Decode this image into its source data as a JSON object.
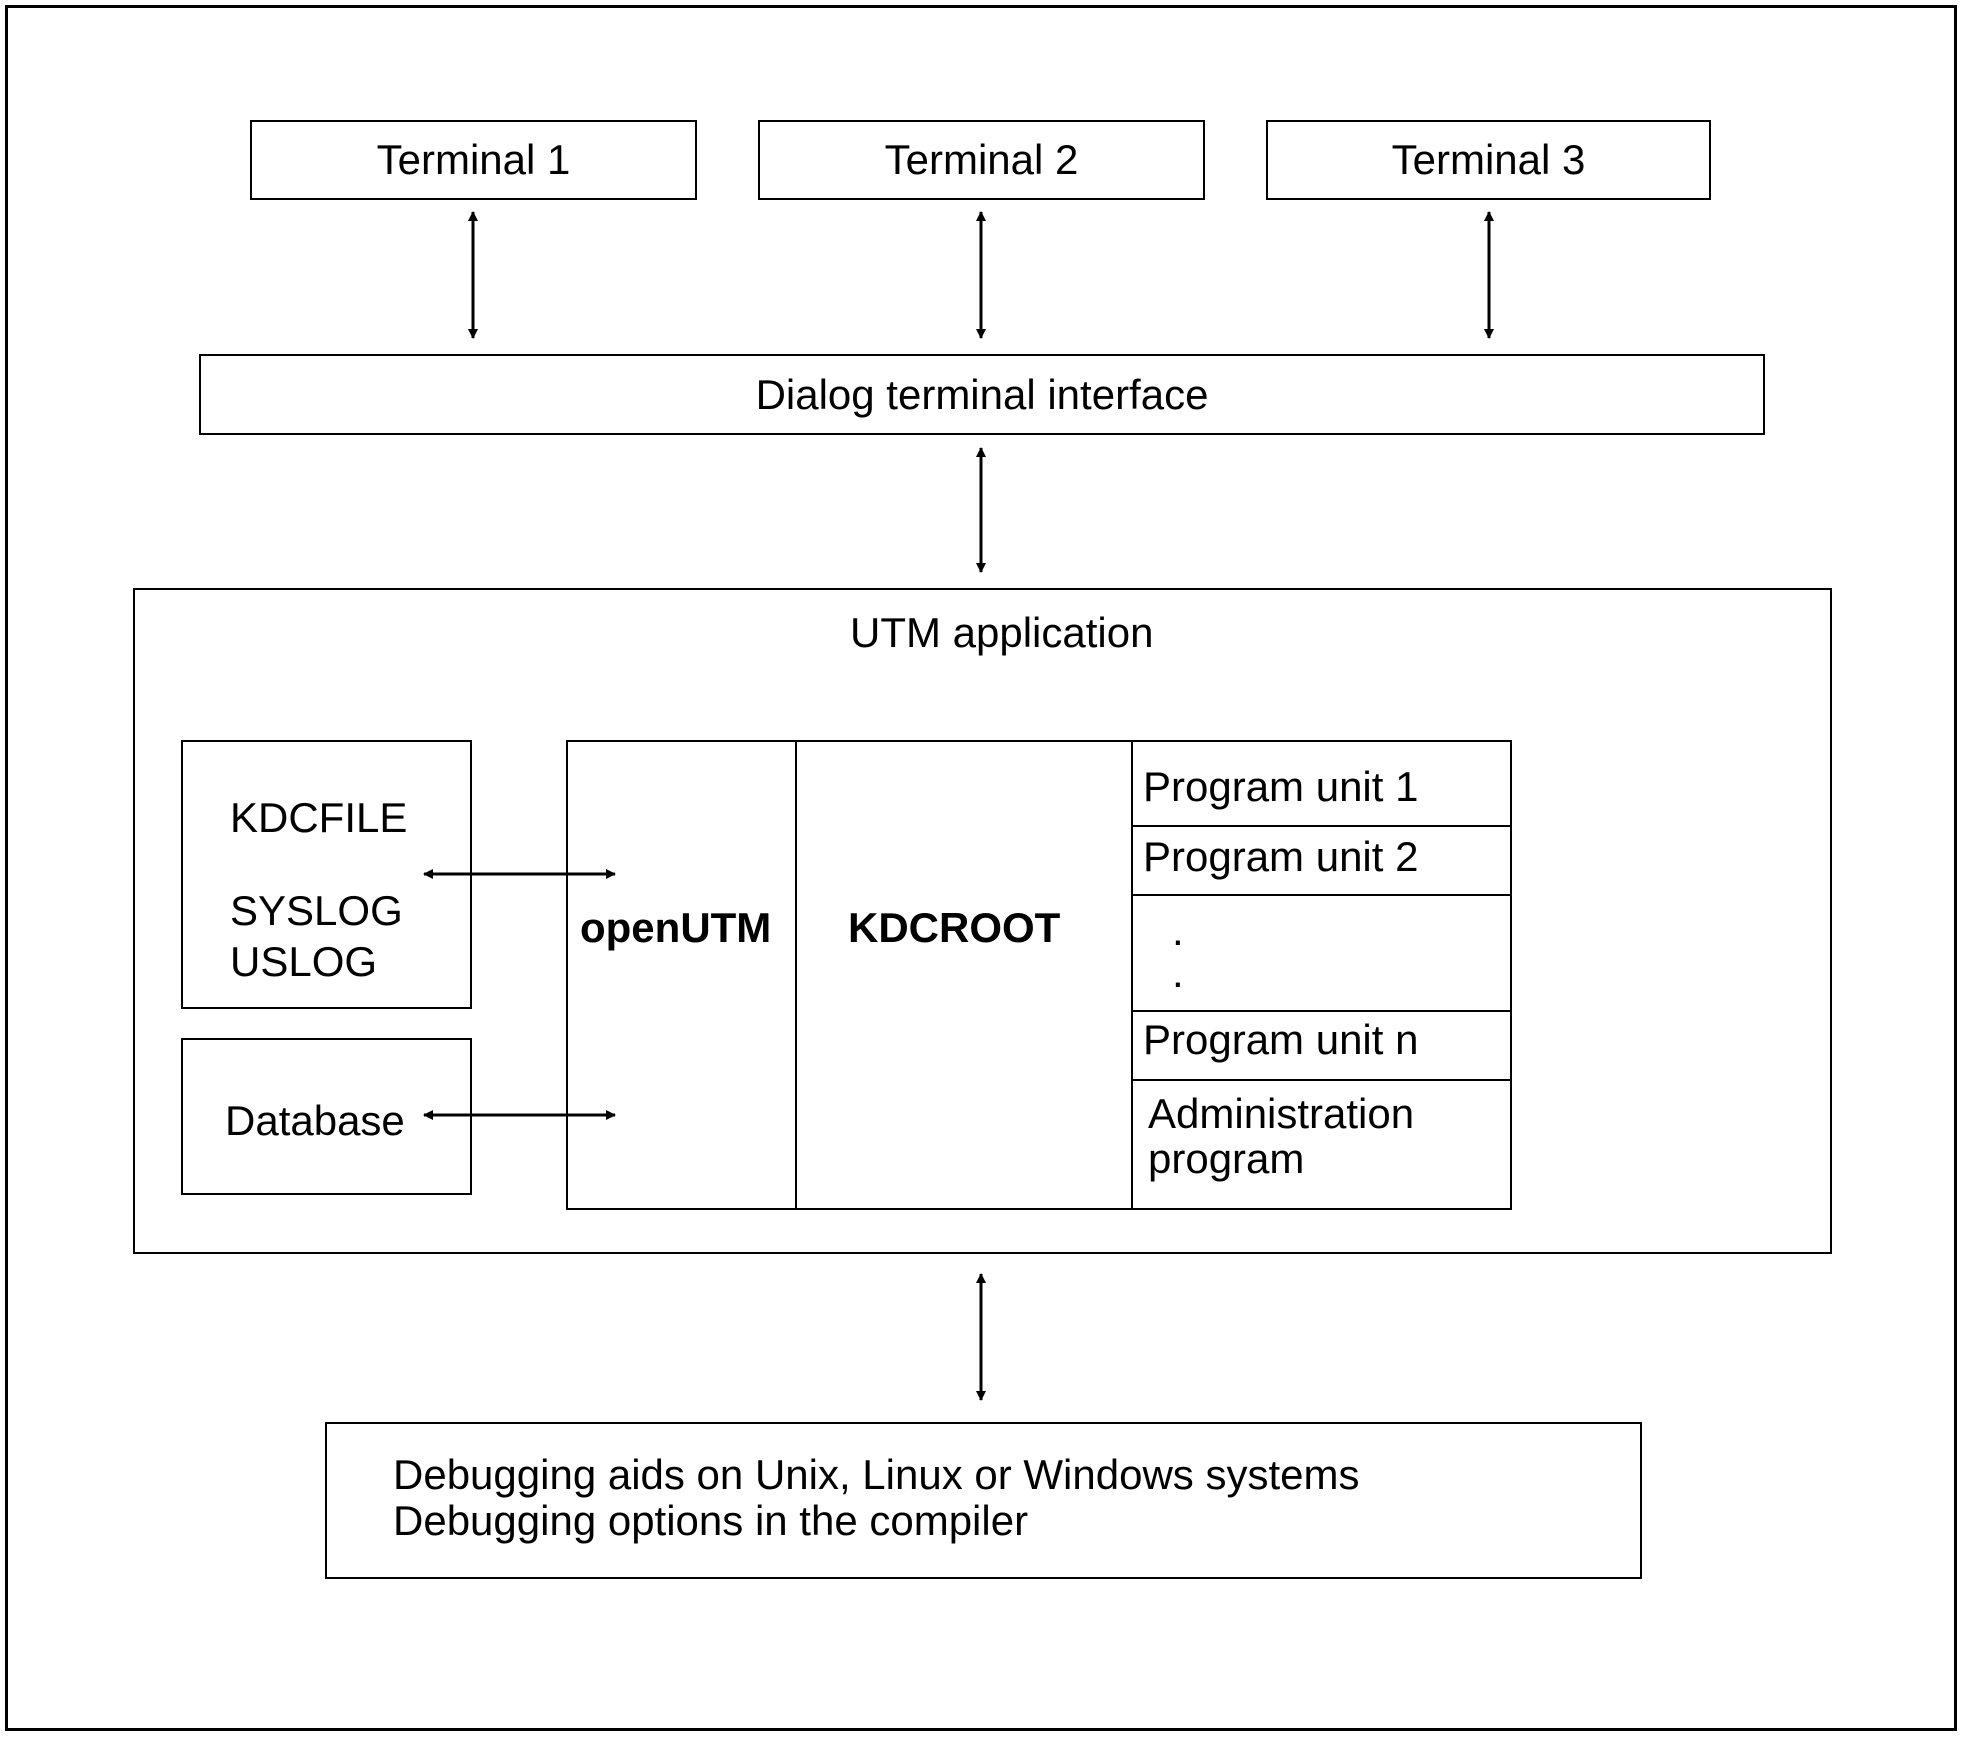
{
  "terminals": [
    "Terminal 1",
    "Terminal 2",
    "Terminal 3"
  ],
  "dialog_interface": "Dialog terminal interface",
  "utm_app": {
    "title": "UTM application",
    "files": [
      "KDCFILE",
      "SYSLOG",
      "USLOG"
    ],
    "database": "Database",
    "openutm": "openUTM",
    "kdcroot": "KDCROOT",
    "program_units": {
      "unit1": "Program unit 1",
      "unit2": "Program unit 2",
      "ellipsis": [
        ".",
        "."
      ],
      "unitn": "Program unit n",
      "admin": [
        "Administration",
        "program"
      ]
    }
  },
  "debugging": [
    "Debugging aids on Unix, Linux or Windows systems",
    "Debugging options in the compiler"
  ]
}
